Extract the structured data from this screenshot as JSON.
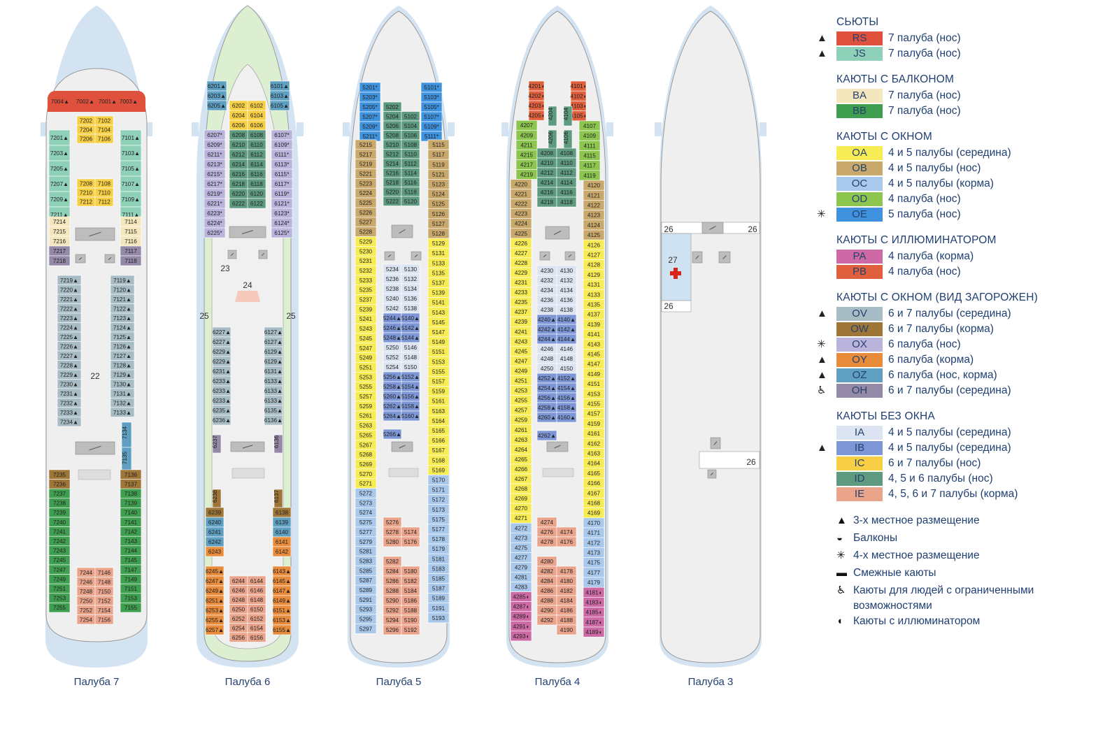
{
  "decks": [
    {
      "label": "Палуба 7"
    },
    {
      "label": "Палуба 6"
    },
    {
      "label": "Палуба 5"
    },
    {
      "label": "Палуба 4"
    },
    {
      "label": "Палуба 3"
    }
  ],
  "legend": {
    "colors": {
      "RS": "#e0513d",
      "JS": "#8fd1b8",
      "BA": "#f5e7bd",
      "BB": "#3f9e4f",
      "OA": "#f7ec54",
      "OB": "#c9a86b",
      "OC": "#a9c9ec",
      "OD": "#8cc64f",
      "OE": "#3f93de",
      "PA": "#cd6aa5",
      "PB": "#e0603d",
      "OV": "#a7bcc4",
      "OW": "#9e7637",
      "OX": "#bab3dc",
      "OY": "#e88b3a",
      "OZ": "#5e9fc2",
      "OH": "#9589a8",
      "IA": "#dce3f1",
      "IB": "#7d97d6",
      "IC": "#f7cf44",
      "ID": "#5e9a80",
      "IE": "#eaa48c"
    },
    "sections": [
      {
        "title": "СЬЮТЫ",
        "items": [
          {
            "mark": "▲",
            "code": "RS",
            "desc": "7 палуба (нос)"
          },
          {
            "mark": "▲",
            "code": "JS",
            "desc": "7 палуба (нос)"
          }
        ]
      },
      {
        "title": "КАЮТЫ С БАЛКОНОМ",
        "items": [
          {
            "mark": "",
            "code": "BA",
            "desc": "7 палуба (нос)"
          },
          {
            "mark": "",
            "code": "BB",
            "desc": "7 палуба (нос)"
          }
        ]
      },
      {
        "title": "КАЮТЫ С ОКНОМ",
        "items": [
          {
            "mark": "",
            "code": "OA",
            "desc": "4 и 5 палубы (середина)"
          },
          {
            "mark": "",
            "code": "OB",
            "desc": "4 и 5 палубы (нос)"
          },
          {
            "mark": "",
            "code": "OC",
            "desc": "4 и 5 палубы (корма)"
          },
          {
            "mark": "",
            "code": "OD",
            "desc": "4 палуба (нос)"
          },
          {
            "mark": "✳",
            "code": "OE",
            "desc": "5 палуба (нос)"
          }
        ]
      },
      {
        "title": "КАЮТЫ С ИЛЛЮМИНАТОРОМ",
        "items": [
          {
            "mark": "",
            "code": "PA",
            "desc": "4 палуба (корма)"
          },
          {
            "mark": "",
            "code": "PB",
            "desc": "4 палуба (нос)"
          }
        ]
      },
      {
        "title": "КАЮТЫ С ОКНОМ (ВИД ЗАГОРОЖЕН)",
        "items": [
          {
            "mark": "▲",
            "code": "OV",
            "desc": "6 и 7 палубы (середина)"
          },
          {
            "mark": "",
            "code": "OW",
            "desc": "6 и 7 палубы (корма)"
          },
          {
            "mark": "✳",
            "code": "OX",
            "desc": "6 палуба (нос)"
          },
          {
            "mark": "▲",
            "code": "OY",
            "desc": "6 палуба (корма)"
          },
          {
            "mark": "▲",
            "code": "OZ",
            "desc": "6 палуба (нос, корма)"
          },
          {
            "mark": "♿",
            "code": "OH",
            "desc": "6 и 7 палубы (середина)"
          }
        ]
      },
      {
        "title": "КАЮТЫ БЕЗ ОКНА",
        "items": [
          {
            "mark": "",
            "code": "IA",
            "desc": "4 и 5 палубы (середина)"
          },
          {
            "mark": "▲",
            "code": "IB",
            "desc": "4 и 5 палубы (середина)"
          },
          {
            "mark": "",
            "code": "IC",
            "desc": "6 и 7 палубы (нос)"
          },
          {
            "mark": "",
            "code": "ID",
            "desc": "4, 5 и 6 палубы (нос)"
          },
          {
            "mark": "",
            "code": "IE",
            "desc": "4, 5, 6 и 7 палубы (корма)"
          }
        ]
      }
    ],
    "symbols": [
      {
        "mark": "▲",
        "text": "3-х местное размещение"
      },
      {
        "mark": "◒",
        "text": "Балконы"
      },
      {
        "mark": "✳",
        "text": "4-х местное размещение"
      },
      {
        "mark": "▬",
        "text": "Смежные каюты"
      },
      {
        "mark": "♿",
        "text": "Каюты для людей с ограниченными возможностями"
      },
      {
        "mark": "◖",
        "text": "Каюты с иллюминатором"
      }
    ]
  },
  "deck_numbers": {
    "n22": "22",
    "n23": "23",
    "n24": "24",
    "n25": "25",
    "n26": "26",
    "n27": "27"
  },
  "cabins": {
    "d7": {
      "top": [
        "7004",
        "7002",
        "7001",
        "7003"
      ],
      "left_top": [
        [
          "7201",
          ""
        ],
        [
          "7203",
          ""
        ],
        [
          "7205",
          ""
        ],
        [
          "7207",
          ""
        ],
        [
          "7209",
          ""
        ],
        [
          "7211",
          ""
        ]
      ],
      "center_top": [
        [
          "7202",
          "7102"
        ],
        [
          "7204",
          "7104"
        ],
        [
          "7206",
          "7106"
        ],
        [
          "7208",
          "7108"
        ],
        [
          "7210",
          "7110"
        ],
        [
          "7212",
          "7112"
        ]
      ],
      "right_top": [
        "7101",
        "7103",
        "7105",
        "7107",
        "7109",
        "7111"
      ],
      "left_mid": [
        "7214",
        "7215",
        "7216",
        "7217",
        "7218"
      ],
      "right_mid": [
        "7114",
        "7115",
        "7116",
        "7117",
        "7118"
      ],
      "left_long": [
        "7219",
        "7220",
        "7221",
        "7222",
        "7223",
        "7224",
        "7225",
        "7226",
        "7227",
        "7228",
        "7229",
        "7230",
        "7231",
        "7232",
        "7233",
        "7234"
      ],
      "right_long": [
        "7119",
        "7120",
        "7121",
        "7122",
        "7123",
        "7124",
        "7125",
        "7126",
        "7127",
        "7128",
        "7129",
        "7130",
        "7131",
        "7132",
        "7133"
      ],
      "right_vert": [
        "7134",
        "7135"
      ],
      "left_low": [
        "7235",
        "7236",
        "7237",
        "7238",
        "7239",
        "7240",
        "7241",
        "7242",
        "7243",
        "7245",
        "7247",
        "7249",
        "7251",
        "7253",
        "7255"
      ],
      "right_low": [
        "7136",
        "7137",
        "7138",
        "7139",
        "7140",
        "7141",
        "7142",
        "7143",
        "7144",
        "7145",
        "7147",
        "7149",
        "7151",
        "7153",
        "7155"
      ],
      "center_low": [
        [
          "7244",
          "7146"
        ],
        [
          "7246",
          "7148"
        ],
        [
          "7248",
          "7150"
        ],
        [
          "7250",
          "7152"
        ],
        [
          "7252",
          "7154"
        ],
        [
          "7254",
          "7156"
        ]
      ]
    },
    "d6": {
      "left_top": [
        "6201",
        "6203",
        "6205"
      ],
      "right_top": [
        "6101",
        "6103",
        "6105"
      ],
      "center_top": [
        [
          "6202",
          "6102"
        ],
        [
          "6204",
          "6104"
        ],
        [
          "6206",
          "6106"
        ],
        [
          "6208",
          "6108"
        ],
        [
          "6210",
          "6110"
        ],
        [
          "6212",
          "6112"
        ],
        [
          "6214",
          "6114"
        ],
        [
          "6216",
          "6116"
        ],
        [
          "6218",
          "6118"
        ],
        [
          "6220",
          "6120"
        ],
        [
          "6222",
          "6122"
        ]
      ],
      "left_col": [
        "6207",
        "6209",
        "6211",
        "6213",
        "6215",
        "6217",
        "6219",
        "6221",
        "6223",
        "6224",
        "6225"
      ],
      "right_col": [
        "6107",
        "6109",
        "6111",
        "6113",
        "6115",
        "6117",
        "6119",
        "6121",
        "6123",
        "6124",
        "6125"
      ],
      "left_mid": [
        "6227",
        "6227",
        "6229",
        "6229",
        "6231",
        "6233",
        "6233",
        "6233",
        "6235",
        "6236"
      ],
      "right_mid": [
        "6127",
        "6127",
        "6129",
        "6129",
        "6131",
        "6133",
        "6133",
        "6133",
        "6135",
        "6136"
      ],
      "left_low": [
        "6239",
        "6240",
        "6241",
        "6242",
        "6243"
      ],
      "right_low": [
        "6138",
        "6139",
        "6140",
        "6141",
        "6142"
      ],
      "left_bot": [
        "6245",
        "6247",
        "6249",
        "6251",
        "6253",
        "6255",
        "6257"
      ],
      "right_bot": [
        "6143",
        "6145",
        "6147",
        "6149",
        "6151",
        "6153",
        "6155"
      ],
      "center_bot": [
        [
          "6244",
          "6144"
        ],
        [
          "6246",
          "6146"
        ],
        [
          "6248",
          "6148"
        ],
        [
          "6250",
          "6150"
        ],
        [
          "6252",
          "6152"
        ],
        [
          "6254",
          "6154"
        ],
        [
          "6256",
          "6156"
        ]
      ],
      "vert_left": "6237",
      "vert_right": "6136",
      "vert_left2": "6238",
      "vert_right2": "6137"
    },
    "d5": {
      "left_top": [
        "5201",
        "5203",
        "5205",
        "5207",
        "5209",
        "5211"
      ],
      "right_top": [
        "5101",
        "5103",
        "5105",
        "5107",
        "5109",
        "5111"
      ],
      "center_top": [
        [
          "5202",
          ""
        ],
        [
          "5204",
          "5102"
        ],
        [
          "5206",
          "5104"
        ],
        [
          "5208",
          "5106"
        ],
        [
          "5210",
          "5108"
        ],
        [
          "5212",
          "5110"
        ],
        [
          "5214",
          "5112"
        ],
        [
          "5216",
          "5114"
        ],
        [
          "5218",
          "5116"
        ],
        [
          "5220",
          "5118"
        ],
        [
          "5222",
          "5120"
        ]
      ],
      "left_col": [
        "5215",
        "5217",
        "5219",
        "5221",
        "5223",
        "5224",
        "5225",
        "5226",
        "5227",
        "5228",
        "5229",
        "5230",
        "5231",
        "5232",
        "5233",
        "5235",
        "5237",
        "5239",
        "5241",
        "5243",
        "5245",
        "5247",
        "5249",
        "5251",
        "5253",
        "5255",
        "5257",
        "5259",
        "5261",
        "5263",
        "5265",
        "5267",
        "5268",
        "5269",
        "5270",
        "5271",
        "5272",
        "5273",
        "5274",
        "5275",
        "5277",
        "5279",
        "5281",
        "5283",
        "5285",
        "5287",
        "5289",
        "5291",
        "5293",
        "5295",
        "5297"
      ],
      "right_col": [
        "5115",
        "5117",
        "5119",
        "5121",
        "5123",
        "5124",
        "5125",
        "5126",
        "5127",
        "5128",
        "5129",
        "5131",
        "5133",
        "5135",
        "5137",
        "5139",
        "5141",
        "5143",
        "5145",
        "5147",
        "5149",
        "5151",
        "5153",
        "5155",
        "5157",
        "5159",
        "5161",
        "5163",
        "5164",
        "5165",
        "5166",
        "5167",
        "5168",
        "5169",
        "5170",
        "5171",
        "5172",
        "5173",
        "5175",
        "5177",
        "5178",
        "5179",
        "5181",
        "5183",
        "5185",
        "5187",
        "5189",
        "5191",
        "5193"
      ],
      "center_mid": [
        [
          "5234",
          "5130"
        ],
        [
          "5236",
          "5132"
        ],
        [
          "5238",
          "5134"
        ],
        [
          "5240",
          "5136"
        ],
        [
          "5242",
          "5138"
        ],
        [
          "5244",
          "5140"
        ],
        [
          "5246",
          "5142"
        ],
        [
          "5248",
          "5144"
        ],
        [
          "5250",
          "5146"
        ],
        [
          "5252",
          "5148"
        ],
        [
          "5254",
          "5150"
        ],
        [
          "5256",
          "5152"
        ],
        [
          "5258",
          "5154"
        ],
        [
          "5260",
          "5156"
        ],
        [
          "5262",
          "5158"
        ],
        [
          "5264",
          "5160"
        ]
      ],
      "center_small": "5266",
      "center_bot": [
        [
          "5276",
          ""
        ],
        [
          "5278",
          "5174"
        ],
        [
          "5280",
          "5176"
        ],
        [
          "",
          ""
        ],
        [
          "5282",
          ""
        ],
        [
          "5284",
          "5180"
        ],
        [
          "5286",
          "5182"
        ],
        [
          "5288",
          "5184"
        ],
        [
          "5290",
          "5186"
        ],
        [
          "5292",
          "5188"
        ],
        [
          "5294",
          "5190"
        ],
        [
          "5296",
          "5192"
        ]
      ]
    },
    "d4": {
      "top_left": [
        "4201",
        "4202",
        "4203",
        "4205",
        "4207",
        "4209",
        "4211",
        "4215",
        "4217",
        "4219",
        "4220",
        "4221",
        "4222",
        "4223",
        "4224",
        "4225",
        "4226",
        "4227",
        "4228",
        "4229",
        "4231",
        "4233",
        "4235",
        "4237",
        "4239",
        "4241",
        "4243",
        "4245",
        "4247",
        "4249",
        "4251",
        "4253",
        "4255",
        "4257",
        "4259",
        "4261",
        "4263",
        "4264",
        "4265",
        "4266",
        "4267",
        "4268",
        "4269",
        "4270",
        "4271",
        "4272",
        "4273",
        "4275",
        "4277",
        "4279",
        "4281",
        "4283",
        "4285",
        "4287",
        "4289",
        "4291",
        "4293"
      ],
      "top_right": [
        "4101",
        "4102",
        "4103",
        "4105",
        "4107",
        "4109",
        "4111",
        "4115",
        "4117",
        "4119",
        "4120",
        "4121",
        "4122",
        "4123",
        "4124",
        "4125",
        "4126",
        "4127",
        "4128",
        "4129",
        "4131",
        "4133",
        "4135",
        "4137",
        "4139",
        "4141",
        "4143",
        "4145",
        "4147",
        "4149",
        "4151",
        "4153",
        "4155",
        "4157",
        "4159",
        "4161",
        "4162",
        "4163",
        "4164",
        "4165",
        "4166",
        "4167",
        "4168",
        "4169",
        "4170",
        "4171",
        "4172",
        "4173",
        "4175",
        "4177",
        "4179",
        "4181",
        "4183",
        "4185",
        "4187",
        "4189"
      ],
      "center_top": [
        [
          "4208",
          "4108"
        ],
        [
          "4210",
          "4110"
        ],
        [
          "4212",
          "4112"
        ],
        [
          "4214",
          "4114"
        ],
        [
          "4216",
          "4116"
        ],
        [
          "4218",
          "4118"
        ]
      ],
      "center_vert": [
        "4204",
        "4104",
        "4206",
        "4106"
      ],
      "center_mid": [
        [
          "4230",
          "4130"
        ],
        [
          "4232",
          "4132"
        ],
        [
          "4234",
          "4134"
        ],
        [
          "4236",
          "4136"
        ],
        [
          "4238",
          "4138"
        ],
        [
          "4240",
          "4140"
        ],
        [
          "4242",
          "4142"
        ],
        [
          "4244",
          "4144"
        ],
        [
          "4246",
          "4146"
        ],
        [
          "4248",
          "4148"
        ],
        [
          "4250",
          "4150"
        ],
        [
          "4252",
          "4152"
        ],
        [
          "4254",
          "4154"
        ],
        [
          "4256",
          "4156"
        ],
        [
          "4258",
          "4158"
        ],
        [
          "4260",
          "4160"
        ]
      ],
      "center_small": "4262",
      "center_bot": [
        [
          "4274",
          ""
        ],
        [
          "4276",
          "4174"
        ],
        [
          "4278",
          "4176"
        ],
        [
          "",
          ""
        ],
        [
          "4280",
          ""
        ],
        [
          "4282",
          "4178"
        ],
        [
          "4284",
          "4180"
        ],
        [
          "4286",
          "4182"
        ],
        [
          "4288",
          "4184"
        ],
        [
          "4290",
          "4186"
        ],
        [
          "4292",
          "4188"
        ],
        [
          "",
          "4190"
        ]
      ]
    }
  }
}
